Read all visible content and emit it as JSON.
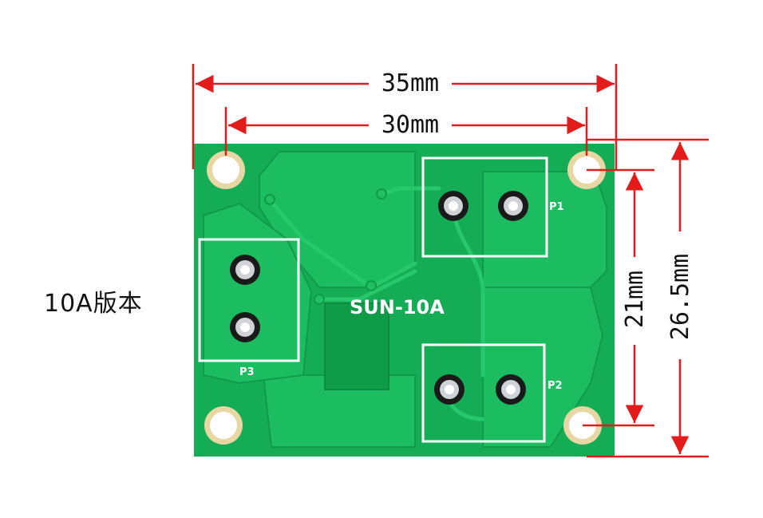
{
  "version_label": "10A版本",
  "board": {
    "name": "SUN-10A",
    "terminals": [
      "P1",
      "P2",
      "P3"
    ],
    "color": "#17b35a"
  },
  "dimensions": {
    "overall_width": "35mm",
    "hole_spacing_width": "30mm",
    "hole_spacing_height": "21mm",
    "overall_height": "26.5mm"
  },
  "colors": {
    "dimension_lines": "#e31b1b",
    "silkscreen": "#ffffff",
    "pcb": "#17b35a",
    "pcb_copper_pour": "#1fbf62"
  }
}
